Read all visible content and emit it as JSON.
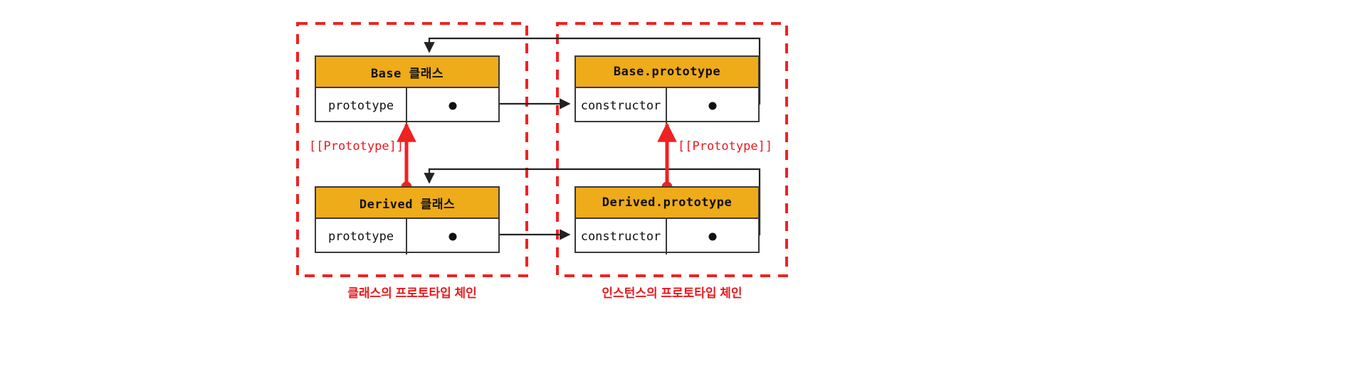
{
  "diagram": {
    "title": "JavaScript class prototype chain diagram",
    "colors": {
      "header_fill": "#eeab1a",
      "box_stroke": "#3a3a3a",
      "accent_red": "#e8191d",
      "arrow_black": "#222222",
      "background": "#ffffff"
    }
  },
  "regions": [
    {
      "id": "class-chain",
      "caption": "클래스의 프로토타입 체인"
    },
    {
      "id": "instance-chain",
      "caption": "인스턴스의 프로토타입 체인"
    }
  ],
  "boxes": [
    {
      "id": "base-class",
      "header": "Base 클래스",
      "row_label": "prototype",
      "row_value_icon": "filled-dot"
    },
    {
      "id": "base-prototype",
      "header": "Base.prototype",
      "row_label": "constructor",
      "row_value_icon": "filled-dot"
    },
    {
      "id": "derived-class",
      "header": "Derived 클래스",
      "row_label": "prototype",
      "row_value_icon": "filled-dot"
    },
    {
      "id": "derived-prototype",
      "header": "Derived.prototype",
      "row_label": "constructor",
      "row_value_icon": "filled-dot"
    }
  ],
  "prototype_links": [
    {
      "id": "class-prototype-link",
      "label": "[[Prototype]]",
      "from": "derived-class",
      "to": "base-class"
    },
    {
      "id": "instance-prototype-link",
      "label": "[[Prototype]]",
      "from": "derived-prototype",
      "to": "base-prototype"
    }
  ]
}
